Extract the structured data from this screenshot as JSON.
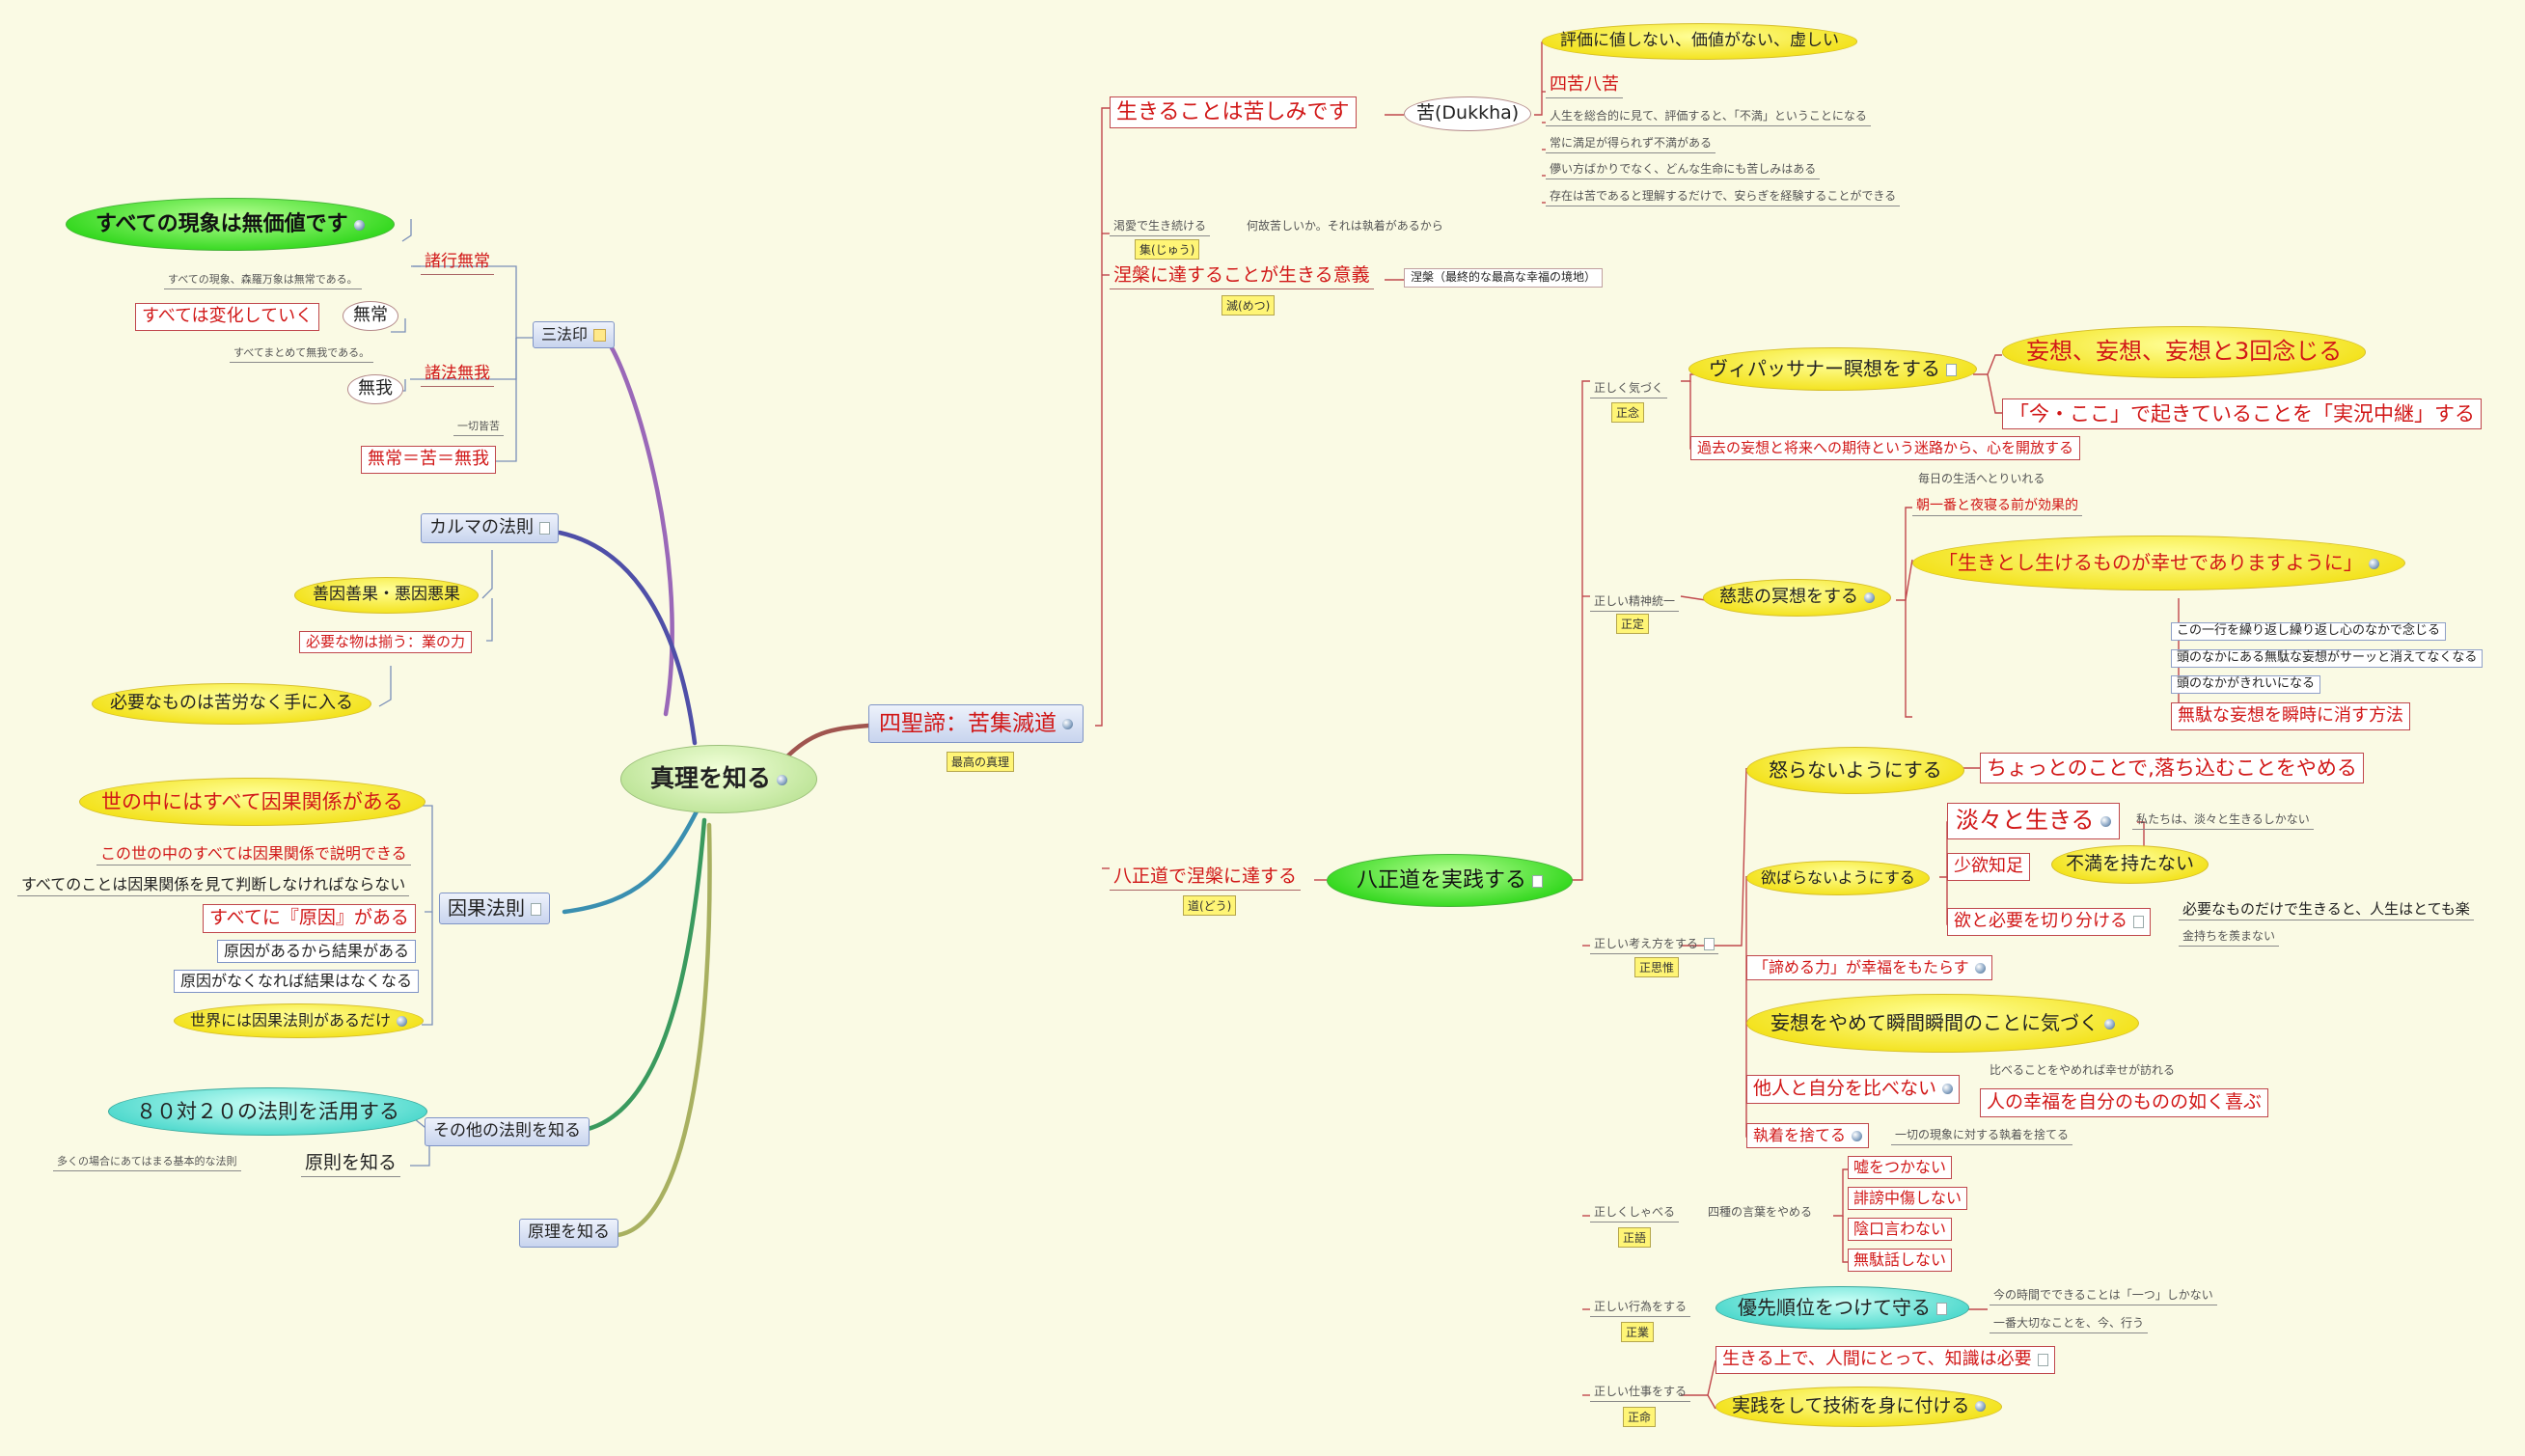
{
  "central": {
    "label": "真理を知る"
  },
  "left": {
    "sanpoin": {
      "label": "三法印",
      "shogyo": {
        "label": "諸行無常",
        "big": "すべての現象は無価値です",
        "desc": "すべての現象、森羅万象は無常である。",
        "mujo": "無常",
        "change": "すべては変化していく"
      },
      "shoho": {
        "label": "諸法無我",
        "desc": "すべてまとめて無我である。",
        "muga": "無我"
      },
      "issai": {
        "label": "一切皆苦",
        "formula": "無常＝苦＝無我"
      }
    },
    "karma": {
      "label": "カルマの法則",
      "zenin": "善因善果・悪因悪果",
      "hitsuyo": "必要な物は揃う：業の力",
      "kuro": "必要なものは苦労なく手に入る"
    },
    "ingaho": {
      "label": "因果法則",
      "items": [
        "世の中にはすべて因果関係がある",
        "この世の中のすべては因果関係で説明できる",
        "すべてのことは因果関係を見て判断しなければならない",
        "すべてに『原因』がある",
        "原因があるから結果がある",
        "原因がなくなれば結果はなくなる",
        "世界には因果法則があるだけ"
      ]
    },
    "other": {
      "label": "その他の法則を知る",
      "rule8020": "８０対２０の法則を活用する",
      "gensoku": "原則を知る",
      "gensoku_desc": "多くの場合にあてはまる基本的な法則"
    },
    "genri": {
      "label": "原理を知る"
    }
  },
  "right": {
    "shishotai": {
      "label": "四聖諦：苦集滅道",
      "tag": "最高の真理"
    },
    "ku": {
      "label": "生きることは苦しみです",
      "dukkha": "苦(Dukkha)",
      "items": [
        "評価に値しない、価値がない、虚しい",
        "四苦八苦",
        "人生を総合的に見て、評価すると、「不満」ということになる",
        "常に満足が得られず不満がある",
        "儚い方ばかりでなく、どんな生命にも苦しみはある",
        "存在は苦であると理解するだけで、安らぎを経験することができる"
      ]
    },
    "ju": {
      "label": "渇愛で生き続ける",
      "reason": "何故苦しいか。それは執着があるから",
      "tag": "集(じゅう)"
    },
    "metsu": {
      "label": "涅槃に達することが生きる意義",
      "note": "涅槃（最終的な最高な幸福の境地）",
      "tag": "滅(めつ)"
    },
    "do": {
      "label": "八正道で涅槃に達する",
      "tag": "道(どう)"
    },
    "hasshodo": {
      "label": "八正道を実践する",
      "shonen": {
        "label": "正しく気づく",
        "tag": "正念",
        "vipassana": "ヴィパッサナー瞑想をする",
        "mouso": "妄想、妄想、妄想と3回念じる",
        "jikkyo": "「今・ここ」で起きていることを「実況中継」する",
        "meiro": "過去の妄想と将来への期待という迷路から、心を開放する"
      },
      "shojo": {
        "label": "正しい精神統一",
        "tag": "正定",
        "jihi": "慈悲の冥想をする",
        "daily": "毎日の生活へとりいれる",
        "morning": "朝一番と夜寝る前が効果的",
        "phrase": "「生きとし生けるものが幸せでありますように」",
        "phrase_items": [
          "この一行を繰り返し繰り返し心のなかで念じる",
          "頭のなかにある無駄な妄想がサーッと消えてなくなる",
          "頭のなかがきれいになる",
          "無駄な妄想を瞬時に消す方法"
        ]
      },
      "shoshiyui": {
        "label": "正しい考え方をする",
        "tag": "正思惟",
        "okoranai": "怒らないようにする",
        "ochikomu": "ちょっとのことで,落ち込むことをやめる",
        "yokubaranai": "欲ばらないようにする",
        "tantan": "淡々と生きる",
        "tantan_desc": "私たちは、淡々と生きるしかない",
        "shoyoku": "少欲知足",
        "fuman": "不満を持たない",
        "yoku_hitsuyo": "欲と必要を切り分ける",
        "hitsuyo_desc": "必要なものだけで生きると、人生はとても楽",
        "kanemochi": "金持ちを羨まない",
        "akirameru": "「諦める力」が幸福をもたらす",
        "shunkan": "妄想をやめて瞬間瞬間のことに気づく",
        "kuraberu": "他人と自分を比べない",
        "kuraberu_desc": "比べることをやめれば幸せが訪れる",
        "hito_kofuku": "人の幸福を自分のものの如く喜ぶ",
        "shuchaku": "執着を捨てる",
        "shuchaku_desc": "一切の現象に対する執着を捨てる"
      },
      "shogo": {
        "label": "正しくしゃべる",
        "tag": "正語",
        "shishu": "四種の言葉をやめる",
        "items": [
          "嘘をつかない",
          "誹謗中傷しない",
          "陰口言わない",
          "無駄話しない"
        ]
      },
      "shogyo2": {
        "label": "正しい行為をする",
        "tag": "正業",
        "yusen": "優先順位をつけて守る",
        "items": [
          "今の時間でできることは「一つ」しかない",
          "一番大切なことを、今、行う"
        ]
      },
      "shomyo": {
        "label": "正しい仕事をする",
        "tag": "正命",
        "chishiki": "生きる上で、人間にとって、知識は必要",
        "gijutsu": "実践をして技術を身に付ける"
      }
    }
  }
}
